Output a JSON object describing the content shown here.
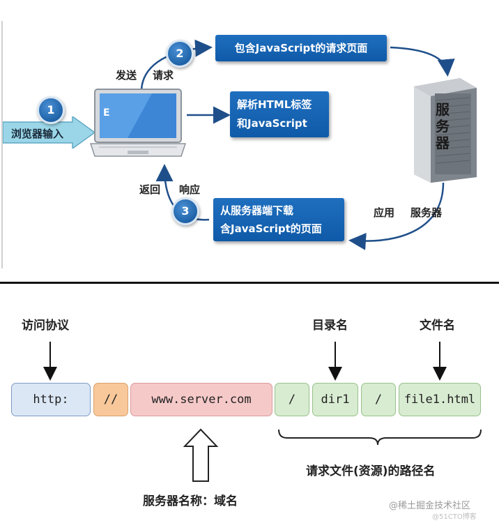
{
  "top": {
    "steps": [
      {
        "number": "1",
        "label": "浏览器输入"
      },
      {
        "number": "2",
        "side_label_1": "发送",
        "side_label_2": "请求",
        "box": "包含JavaScript的请求页面"
      },
      {
        "number": "3",
        "side_label_1": "返回",
        "side_label_2": "响应",
        "box_line1": "从服务器端下载",
        "box_line2": "含JavaScript的页面"
      }
    ],
    "parse_box_line1": "解析HTML标签",
    "parse_box_line2": "和JavaScript",
    "server_text": [
      "服",
      "务",
      "器"
    ],
    "app_server_1": "应用",
    "app_server_2": "服务器",
    "laptop_screen_text": "E"
  },
  "bottom": {
    "labels": {
      "protocol": "访问协议",
      "directory": "目录名",
      "filename": "文件名",
      "server_name": "服务器名称：域名",
      "path": "请求文件(资源)的路径名"
    },
    "segments": [
      "http:",
      "//",
      "www.server.com",
      "/",
      "dir1",
      "/",
      "file1.html"
    ]
  },
  "watermark": "@稀土掘金技术社区",
  "watermark2": "@51CTO博客"
}
